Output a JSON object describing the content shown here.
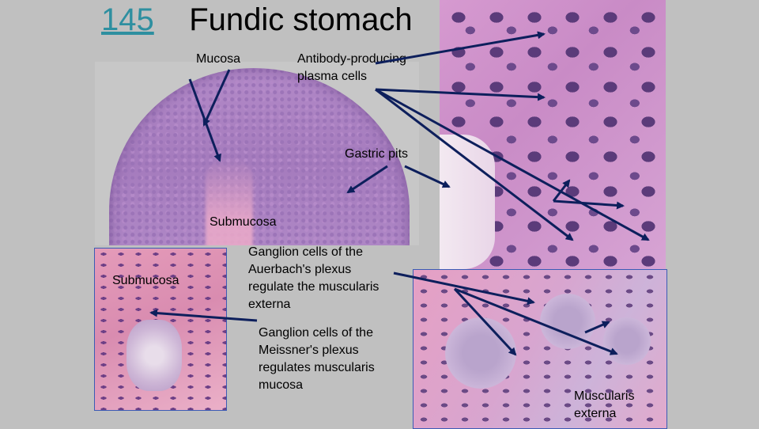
{
  "slide": {
    "number": "145",
    "title": "Fundic stomach"
  },
  "labels": {
    "mucosa": "Mucosa",
    "plasma_cells": "Antibody-producing\n plasma cells",
    "gastric_pits": "Gastric pits",
    "submucosa_main": "Submucosa",
    "submucosa_inset": "Submucosa",
    "auerbach": "Ganglion cells of  the\n Auerbach's plexus\nregulate the muscularis\nexterna",
    "meissner": "Ganglion cells of  the\nMeissner's plexus\nregulates muscularis\n mucosa",
    "muscularis_externa": "Muscularis\nexterna"
  },
  "colors": {
    "arrow": "#0d1f5c",
    "inset_border": "#3b5bb5",
    "slide_number": "#2e8fa0",
    "background": "#c0c0c0"
  }
}
